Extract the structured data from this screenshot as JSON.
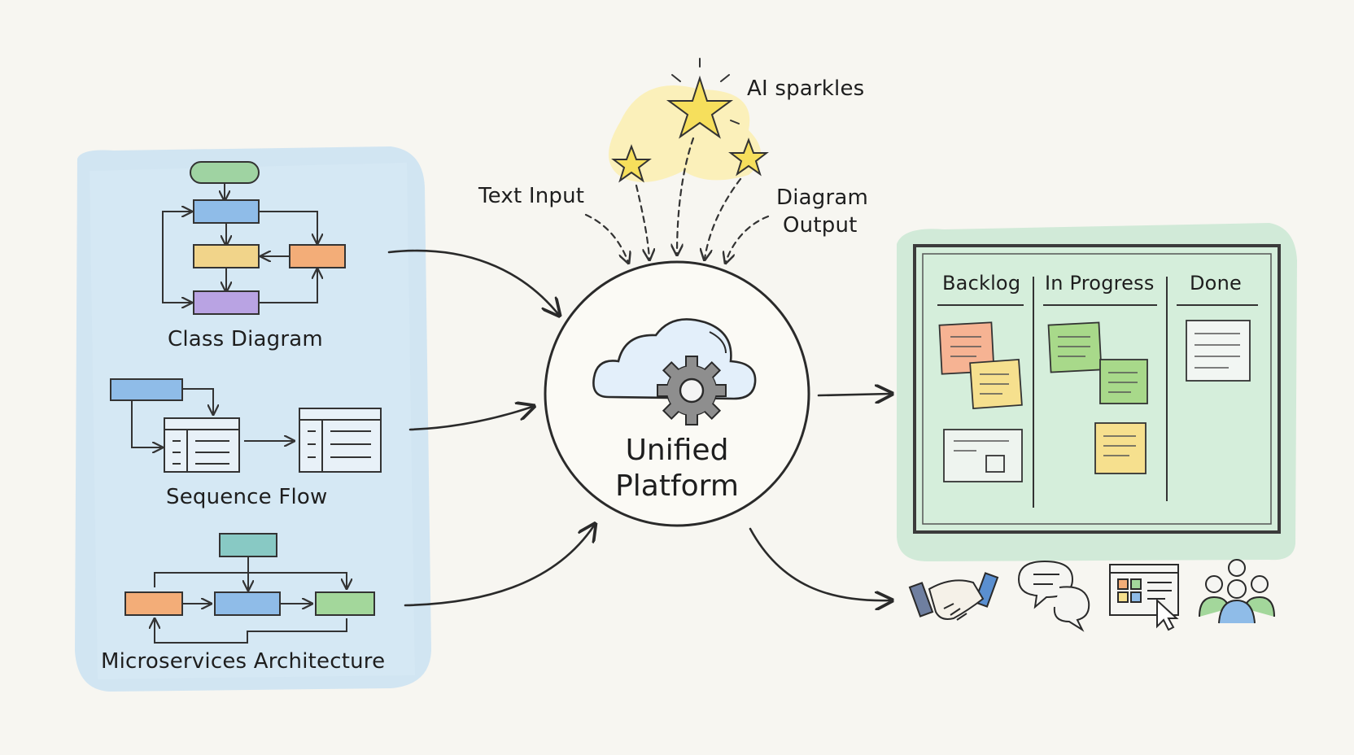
{
  "inputs": {
    "class_diagram": "Class Diagram",
    "sequence_flow": "Sequence Flow",
    "microservices": "Microservices Architecture"
  },
  "top": {
    "ai_sparkles": "AI sparkles",
    "text_input": "Text Input",
    "diagram_output_line1": "Diagram",
    "diagram_output_line2": "Output"
  },
  "center": {
    "title_line1": "Unified",
    "title_line2": "Platform",
    "icon": "cloud-gear-icon"
  },
  "board": {
    "columns": [
      "Backlog",
      "In Progress",
      "Done"
    ]
  },
  "collab_icons": [
    "handshake-icon",
    "chat-bubbles-icon",
    "dashboard-cursor-icon",
    "team-icon"
  ],
  "colors": {
    "blue_wash": "#cfe4f1",
    "green_wash": "#cfe9d6",
    "yellow_glow": "#fbefb0",
    "star": "#f6df5c",
    "ink": "#2a2a2a"
  }
}
